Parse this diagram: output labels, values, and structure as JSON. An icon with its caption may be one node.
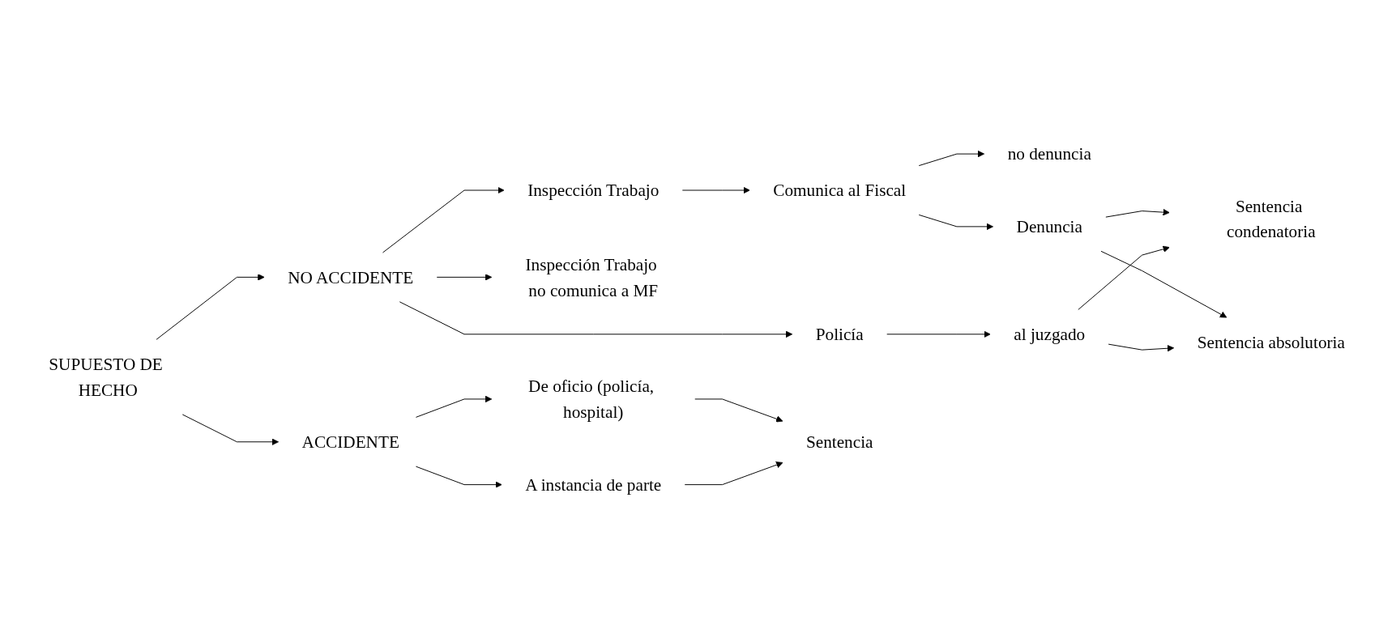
{
  "diagram": {
    "nodes": [
      {
        "text": [
          "SUPUESTO DE HECHO"
        ]
      },
      {
        "text": [
          "NO ACCIDENTE"
        ]
      },
      {
        "text": [
          "Inspección Trabajo"
        ]
      },
      {
        "text": [
          "Comunica al Fiscal"
        ]
      },
      {
        "text": [
          "no denuncia"
        ]
      },
      {
        "text": [
          "Denuncia"
        ]
      },
      {
        "text": [
          "Inspección Trabajo no comunica a MF"
        ]
      },
      {
        "text": [
          "Sentencia condenatoria"
        ]
      },
      {
        "text": [
          "Policía"
        ]
      },
      {
        "text": [
          "al juzgado"
        ]
      },
      {
        "text": [
          "Sentencia absolutoria"
        ]
      },
      {
        "text": [
          "De oficio (policía, hospital)"
        ]
      },
      {
        "text": [
          "ACCIDENTE"
        ]
      },
      {
        "text": [
          "Sentencia"
        ]
      },
      {
        "text": [
          "A instancia de parte"
        ]
      }
    ],
    "edges": [
      {
        "from": 0,
        "to": 1,
        "arrow": "to"
      },
      {
        "from": 0,
        "to": 12,
        "arrow": "to"
      },
      {
        "from": 1,
        "to": 2,
        "arrow": "to"
      },
      {
        "from": 1,
        "to": 6,
        "arrow": "to"
      },
      {
        "from": 1,
        "to": 8,
        "arrow": "to"
      },
      {
        "from": 2,
        "to": 3,
        "arrow": "to"
      },
      {
        "from": 3,
        "to": 4,
        "arrow": "to"
      },
      {
        "from": 3,
        "to": 5,
        "arrow": "to"
      },
      {
        "from": 5,
        "to": 7,
        "arrow": "to"
      },
      {
        "from": 5,
        "to": 10,
        "arrow": "to"
      },
      {
        "from": 8,
        "to": 9,
        "arrow": "to"
      },
      {
        "from": 9,
        "to": 7,
        "arrow": "to"
      },
      {
        "from": 9,
        "to": 10,
        "arrow": "to"
      },
      {
        "from": 12,
        "to": 11,
        "arrow": "to"
      },
      {
        "from": 12,
        "to": 14,
        "arrow": "to"
      },
      {
        "from": 11,
        "to": 13,
        "arrow": "to"
      },
      {
        "from": 14,
        "to": 13,
        "arrow": "to"
      }
    ]
  }
}
